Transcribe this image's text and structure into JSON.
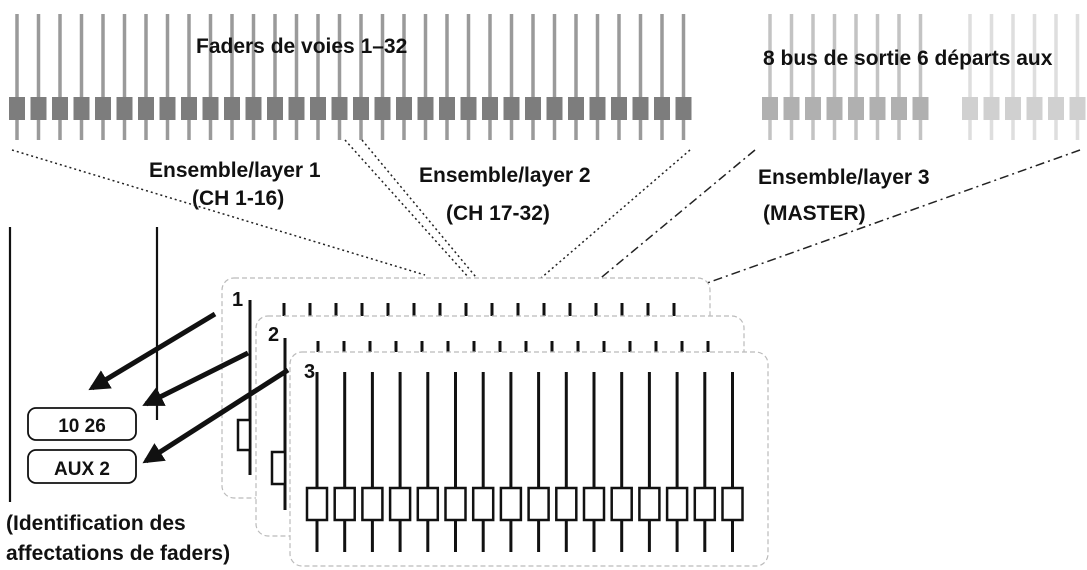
{
  "labels": {
    "channel_faders": "Faders de voies 1–32",
    "output_buses": "8 bus de sortie 6 départs aux",
    "layer1_title": "Ensemble/layer 1",
    "layer1_sub": "(CH 1-16)",
    "layer2_title": "Ensemble/layer 2",
    "layer2_sub": "(CH 17-32)",
    "layer3_title": "Ensemble/layer 3",
    "layer3_sub": "(MASTER)",
    "layer_num_1": "1",
    "layer_num_2": "2",
    "layer_num_3": "3",
    "display_1": "10 26",
    "display_2": "AUX 2",
    "caption_line1": "(Identification des",
    "caption_line2": "affectations de faders)"
  },
  "counts": {
    "channel_faders": 32,
    "output_bus_faders": 8,
    "aux_send_faders": 6,
    "faders_per_layer": 16
  }
}
